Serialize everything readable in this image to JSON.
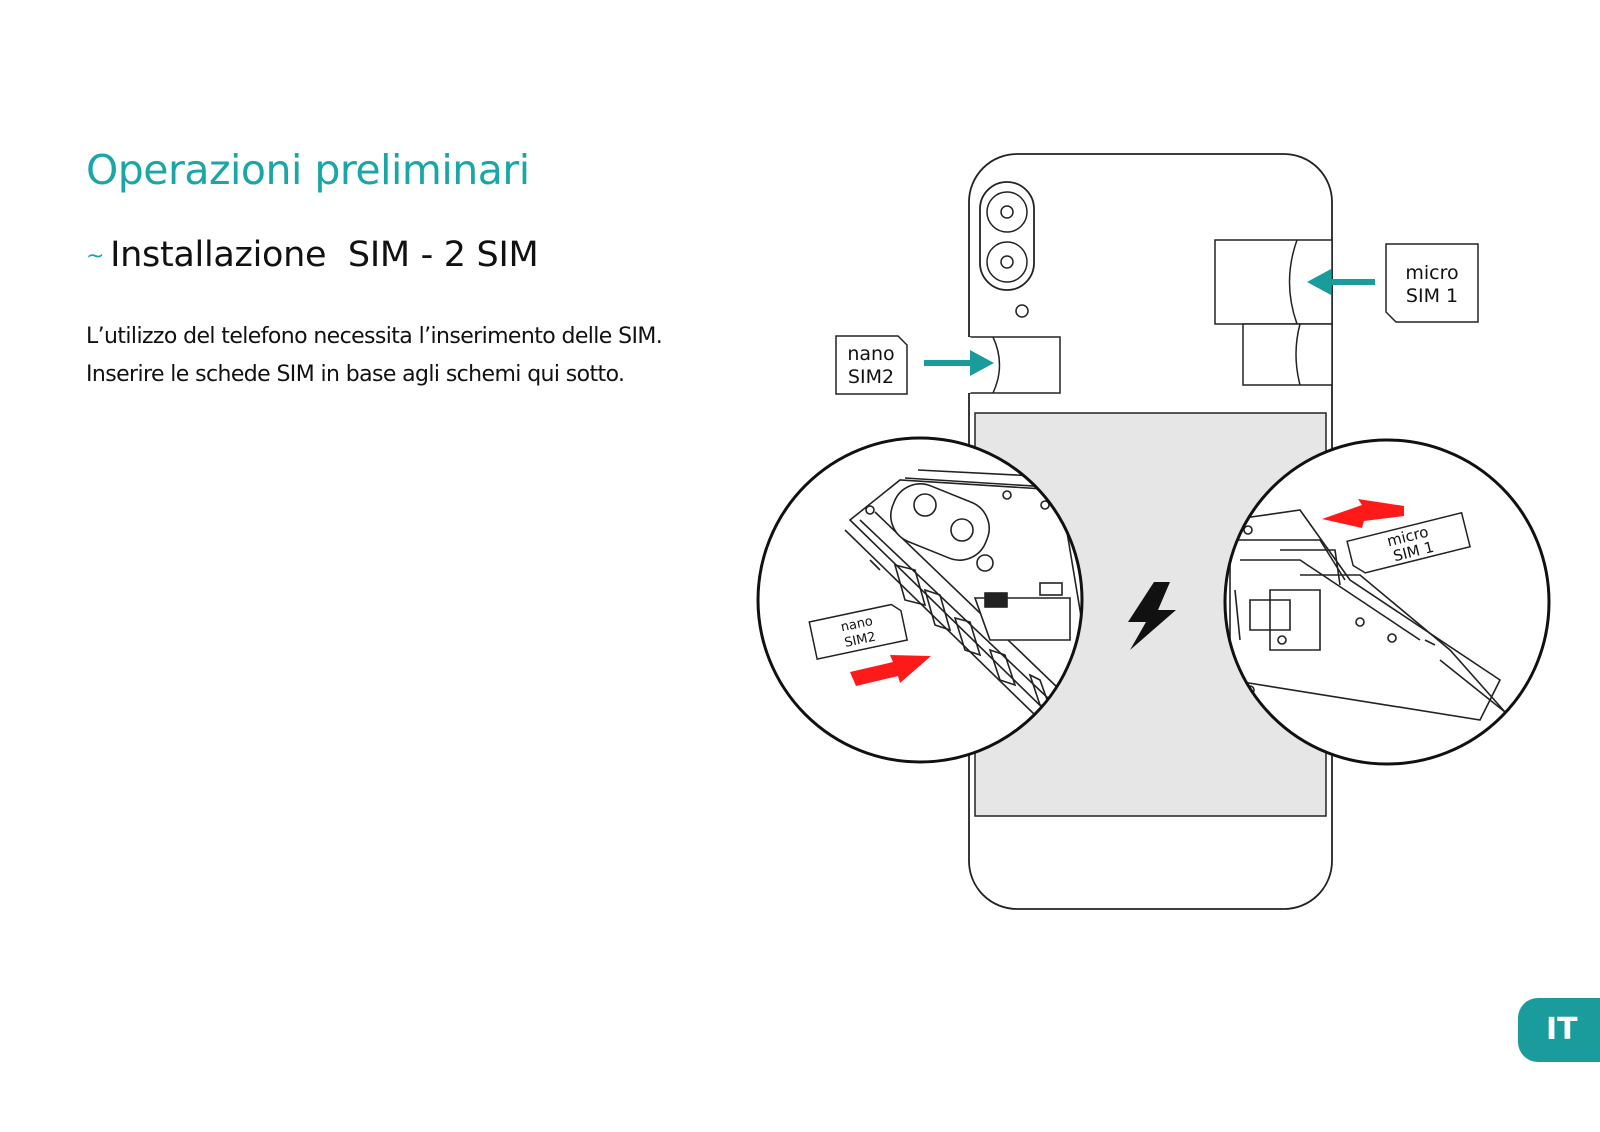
{
  "header": {
    "title": "Operazioni preliminari",
    "subtitle_marker": "~",
    "subtitle": "Installazione  SIM - 2 SIM"
  },
  "body": {
    "lines": [
      "L’utilizzo del telefono necessita l’inserimento delle SIM.",
      "Inserire le schede SIM in base agli schemi qui sotto."
    ]
  },
  "diagram": {
    "nano_label": [
      "nano",
      "SIM2"
    ],
    "micro_label": [
      "micro",
      "SIM 1"
    ],
    "nano_card_text": [
      "nano",
      "SIM2"
    ],
    "micro_card_text": [
      "micro",
      "SIM 1"
    ]
  },
  "footer": {
    "language_tab": "IT"
  },
  "colors": {
    "accent": "#1aa6a6",
    "tab": "#1a9c9c",
    "arrow_teal": "#1a9c9c",
    "arrow_red": "#ff1a1a",
    "battery_fill": "#e6e6e6"
  },
  "icons": {
    "charge": "lightning-bolt-icon",
    "camera": "camera-lens-icon"
  }
}
